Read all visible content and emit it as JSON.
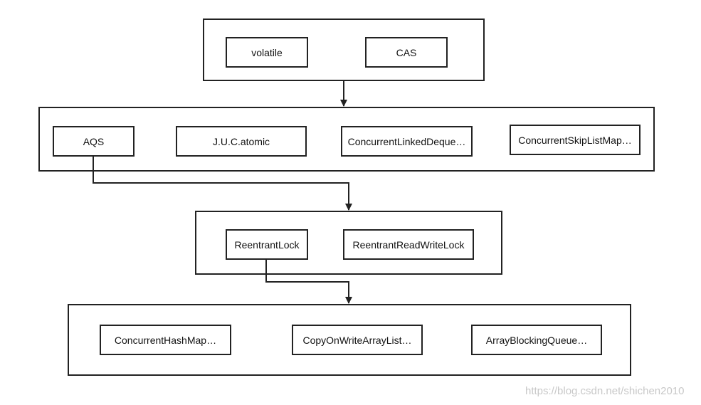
{
  "groups": {
    "foundation": {
      "nodes": [
        "volatile",
        "CAS"
      ]
    },
    "core": {
      "nodes": [
        "AQS",
        "J.U.C.atomic",
        "ConcurrentLinkedDeque…",
        "ConcurrentSkipListMap…"
      ]
    },
    "locks": {
      "nodes": [
        "ReentrantLock",
        "ReentrantReadWriteLock"
      ]
    },
    "collections": {
      "nodes": [
        "ConcurrentHashMap…",
        "CopyOnWriteArrayList…",
        "ArrayBlockingQueue…"
      ]
    }
  },
  "edges": [
    {
      "from": "foundation",
      "to": "core"
    },
    {
      "from": "AQS",
      "to": "locks"
    },
    {
      "from": "ReentrantLock",
      "to": "collections"
    }
  ],
  "watermark": "https://blog.csdn.net/shichen2010",
  "colors": {
    "stroke": "#222222",
    "watermark": "#c8c8c8"
  }
}
